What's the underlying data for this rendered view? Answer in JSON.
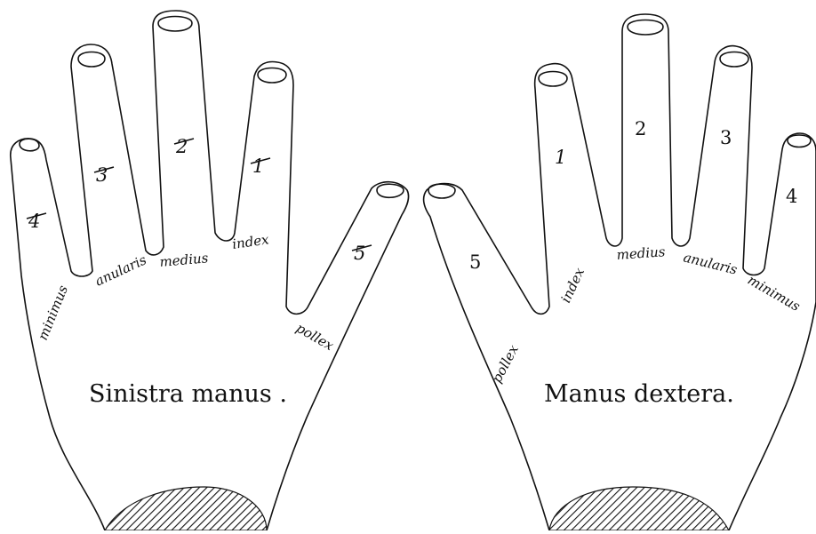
{
  "left_hand": {
    "caption": "Sinistra manus .",
    "fingers": [
      {
        "number": "4",
        "name": "minimus"
      },
      {
        "number": "3",
        "name": "anularis"
      },
      {
        "number": "2",
        "name": "medius"
      },
      {
        "number": "1",
        "name": "index"
      },
      {
        "number": "5",
        "name": "pollex"
      }
    ]
  },
  "right_hand": {
    "caption": "Manus dextera.",
    "fingers": [
      {
        "number": "1",
        "name": "index"
      },
      {
        "number": "2",
        "name": "medius"
      },
      {
        "number": "3",
        "name": "anularis"
      },
      {
        "number": "4",
        "name": "minimus"
      },
      {
        "number": "5",
        "name": "pollex"
      }
    ]
  },
  "colors": {
    "ink": "#111111",
    "paper": "#ffffff"
  }
}
